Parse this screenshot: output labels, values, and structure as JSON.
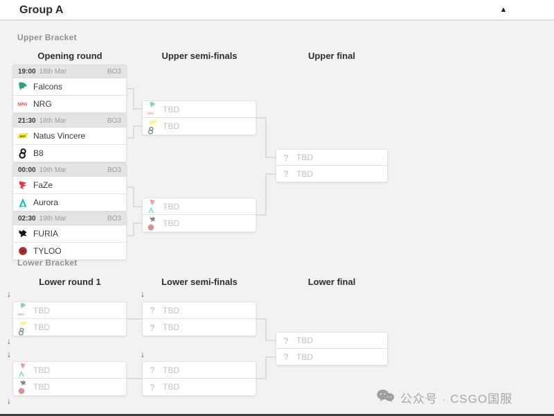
{
  "panel": {
    "title": "Group A"
  },
  "icons": {
    "collapse": "▲",
    "drop_arrow": "↓",
    "unknown": "?"
  },
  "upper": {
    "label": "Upper Bracket",
    "columns": [
      "Opening round",
      "Upper semi-finals",
      "Upper final"
    ],
    "matches": [
      {
        "time": "19:00",
        "date": "18th Mar",
        "format": "BO3",
        "teams": [
          {
            "name": "Falcons",
            "logo": "falcons"
          },
          {
            "name": "NRG",
            "logo": "nrg"
          }
        ]
      },
      {
        "time": "21:30",
        "date": "18th Mar",
        "format": "BO3",
        "teams": [
          {
            "name": "Natus Vincere",
            "logo": "navi"
          },
          {
            "name": "B8",
            "logo": "b8"
          }
        ]
      },
      {
        "time": "00:00",
        "date": "19th Mar",
        "format": "BO3",
        "teams": [
          {
            "name": "FaZe",
            "logo": "faze"
          },
          {
            "name": "Aurora",
            "logo": "aurora"
          }
        ]
      },
      {
        "time": "02:30",
        "date": "19th Mar",
        "format": "BO3",
        "teams": [
          {
            "name": "FURIA",
            "logo": "furia"
          },
          {
            "name": "TYLOO",
            "logo": "tyloo"
          }
        ]
      }
    ],
    "semifinals": [
      {
        "slots": [
          {
            "label": "TBD",
            "possible": [
              "falcons",
              "nrg"
            ]
          },
          {
            "label": "TBD",
            "possible": [
              "navi",
              "b8"
            ]
          }
        ]
      },
      {
        "slots": [
          {
            "label": "TBD",
            "possible": [
              "faze",
              "aurora"
            ]
          },
          {
            "label": "TBD",
            "possible": [
              "furia",
              "tyloo"
            ]
          }
        ]
      }
    ],
    "final": {
      "slots": [
        {
          "label": "TBD"
        },
        {
          "label": "TBD"
        }
      ]
    }
  },
  "lower": {
    "label": "Lower Bracket",
    "columns": [
      "Lower round 1",
      "Lower semi-finals",
      "Lower final"
    ],
    "round1": [
      {
        "slots": [
          {
            "label": "TBD",
            "possible": [
              "falcons",
              "nrg"
            ]
          },
          {
            "label": "TBD",
            "possible": [
              "navi",
              "b8"
            ]
          }
        ]
      },
      {
        "slots": [
          {
            "label": "TBD",
            "possible": [
              "faze",
              "aurora"
            ]
          },
          {
            "label": "TBD",
            "possible": [
              "furia",
              "tyloo"
            ]
          }
        ]
      }
    ],
    "semifinals": [
      {
        "slots": [
          {
            "label": "TBD"
          },
          {
            "label": "TBD"
          }
        ]
      },
      {
        "slots": [
          {
            "label": "TBD"
          },
          {
            "label": "TBD"
          }
        ]
      }
    ],
    "final": {
      "slots": [
        {
          "label": "TBD"
        },
        {
          "label": "TBD"
        }
      ]
    }
  },
  "watermark": {
    "text": "公众号 · CSGO国服"
  },
  "colors": {
    "falcons_green": "#2aa86d",
    "nrg_red": "#e2493b",
    "navi_yellow": "#ffee00",
    "faze_red": "#e8373b",
    "aurora_teal": "#19c3ae",
    "furia_black": "#161616",
    "tyloo_red": "#a5302c",
    "background": "#f2f2f3",
    "connector": "#dcdcdc",
    "match_header_bg": "#e4e4e4",
    "tbd_text": "#c3c3c3"
  }
}
